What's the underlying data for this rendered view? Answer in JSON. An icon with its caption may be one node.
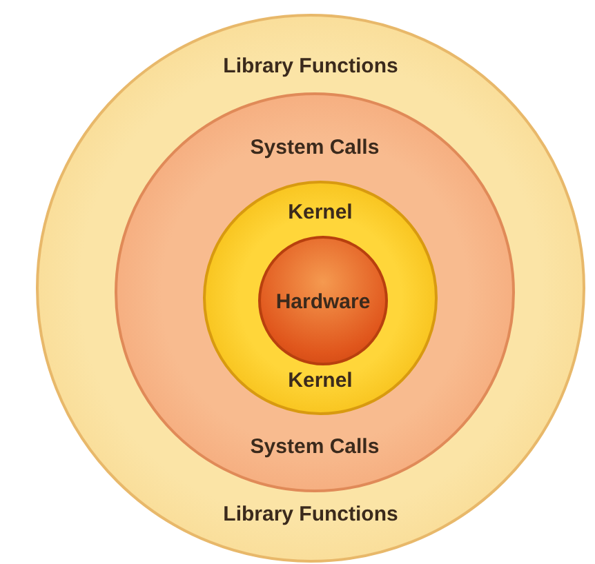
{
  "diagram": {
    "nodes": [
      {
        "text": [
          "Library Functions",
          "Library Functions"
        ]
      },
      {
        "text": [
          "System Calls",
          "System Calls"
        ],
        "in": 0
      },
      {
        "text": [
          "Kernel",
          "Kernel"
        ],
        "in": 1
      },
      {
        "text": [
          "Hardware"
        ],
        "in": 2
      }
    ]
  }
}
